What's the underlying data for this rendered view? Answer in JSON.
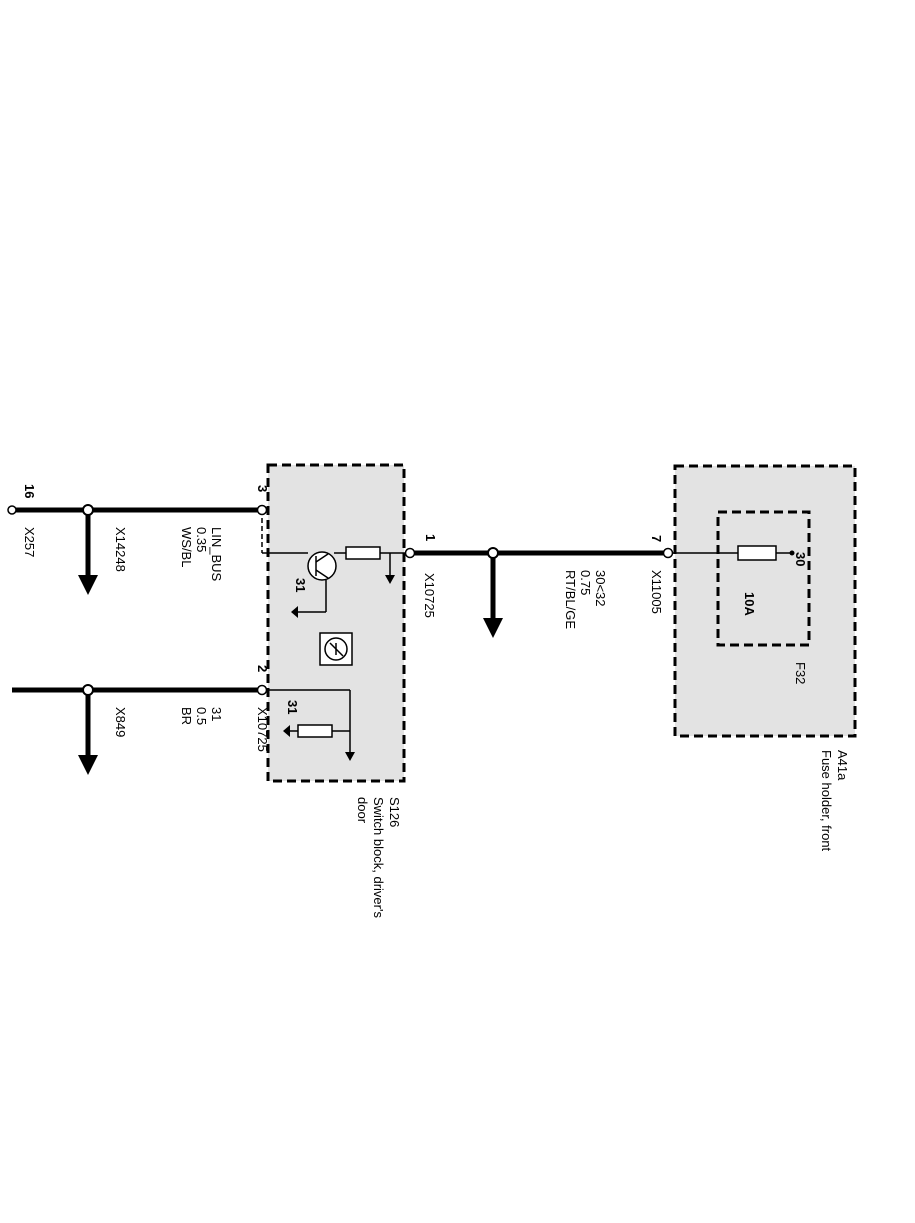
{
  "components": {
    "fuse_holder": {
      "id": "A41a",
      "name": "Fuse holder, front",
      "fuse_id": "F32",
      "fuse_rating": "10A",
      "terminal": "30"
    },
    "switch_block": {
      "id": "S126",
      "name_line1": "Switch block, driver's",
      "name_line2": "door",
      "ground_a": "31",
      "ground_b": "31"
    }
  },
  "pins": {
    "fuse_pin": "7",
    "fuse_connector": "X11005",
    "switch_pin1": "1",
    "switch_pin1_connector": "X10725",
    "switch_pin2": "2",
    "switch_pin2_connector": "X10725",
    "switch_pin3": "3",
    "lin_end_pin": "16",
    "lin_end_connector": "X257"
  },
  "wires": {
    "supply": {
      "signal": "30<32",
      "gauge": "0.75",
      "color": "RT/BL/GE"
    },
    "ground": {
      "signal": "31",
      "gauge": "0.5",
      "color": "BR",
      "splice": "X849"
    },
    "lin": {
      "signal": "LIN_BUS",
      "gauge": "0.35",
      "color": "WS/BL",
      "splice": "X14248"
    }
  },
  "colors": {
    "line": "#000000",
    "box_fill": "#e3e3e3",
    "background": "#ffffff"
  }
}
